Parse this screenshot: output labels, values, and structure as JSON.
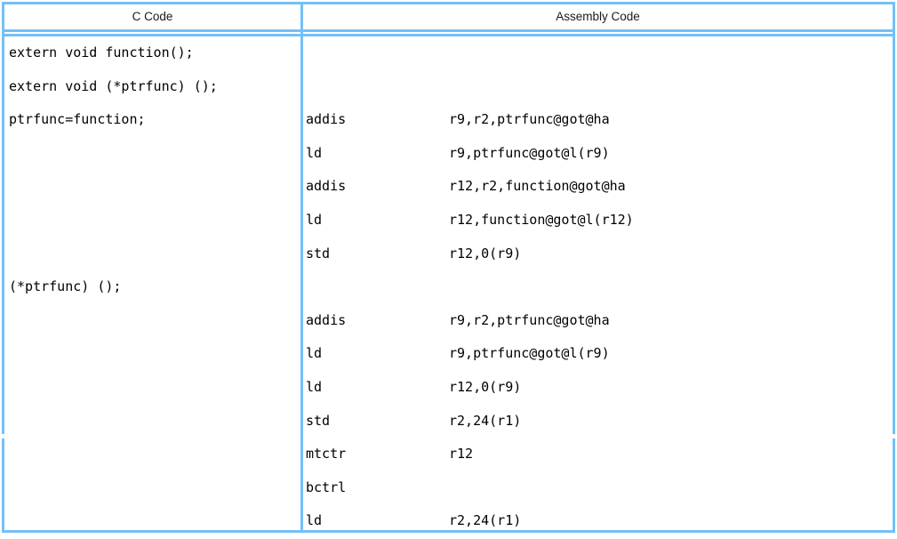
{
  "table": {
    "headers": {
      "c_code": "C Code",
      "assembly_code": "Assembly Code"
    },
    "border_color": "#74c0f7",
    "text_color": "#000000",
    "c_code_lines": [
      "extern void function();",
      "extern void (*ptrfunc) ();",
      "ptrfunc=function;",
      "",
      "",
      "",
      "",
      "(*ptrfunc) ();",
      "",
      "",
      "",
      "",
      "",
      "",
      ""
    ],
    "assembly_lines": [
      {
        "mnemonic": "",
        "operands": ""
      },
      {
        "mnemonic": "",
        "operands": ""
      },
      {
        "mnemonic": "addis",
        "operands": "r9,r2,ptrfunc@got@ha"
      },
      {
        "mnemonic": "ld",
        "operands": "r9,ptrfunc@got@l(r9)"
      },
      {
        "mnemonic": "addis",
        "operands": "r12,r2,function@got@ha"
      },
      {
        "mnemonic": "ld",
        "operands": "r12,function@got@l(r12)"
      },
      {
        "mnemonic": "std",
        "operands": "r12,0(r9)"
      },
      {
        "mnemonic": "",
        "operands": ""
      },
      {
        "mnemonic": "addis",
        "operands": "r9,r2,ptrfunc@got@ha"
      },
      {
        "mnemonic": "ld",
        "operands": "r9,ptrfunc@got@l(r9)"
      },
      {
        "mnemonic": "ld",
        "operands": "r12,0(r9)"
      },
      {
        "mnemonic": "std",
        "operands": "r2,24(r1)"
      },
      {
        "mnemonic": "mtctr",
        "operands": "r12"
      },
      {
        "mnemonic": "bctrl",
        "operands": ""
      },
      {
        "mnemonic": "ld",
        "operands": "r2,24(r1)"
      }
    ]
  }
}
